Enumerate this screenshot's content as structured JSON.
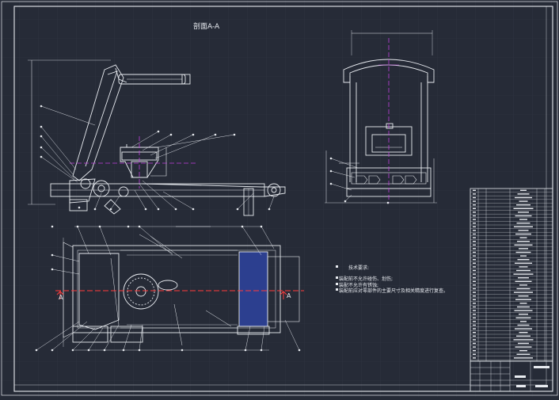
{
  "drawing": {
    "section_title": "剖面A-A",
    "tech_req_title": "技术要求:",
    "tech_req_items": [
      "装配前不允许碰伤、划伤;",
      "装配不允许有锈蚀;",
      "装配前应对零部件的主要尺寸及相关精度进行复查。"
    ],
    "section_marker_left": "A",
    "section_marker_right": "A"
  },
  "colors": {
    "background": "#262b37",
    "line": "#e8ebf0",
    "center": "#c040e0",
    "red": "#ff3b3b",
    "blue": "#2c3f8f"
  }
}
